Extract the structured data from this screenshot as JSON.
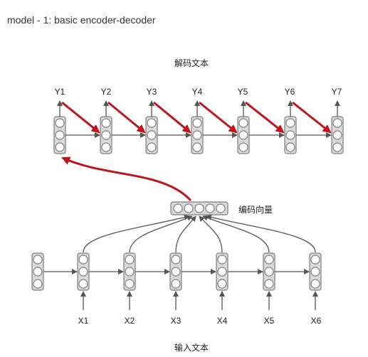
{
  "title": "model - 1: basic encoder-decoder",
  "decoder": {
    "heading": "解码文本",
    "outputs": [
      "Y1",
      "Y2",
      "Y3",
      "Y4",
      "Y5",
      "Y6",
      "Y7"
    ]
  },
  "encoder_vector": {
    "label": "编码向量"
  },
  "encoder": {
    "inputs": [
      "X1",
      "X2",
      "X3",
      "X4",
      "X5",
      "X6"
    ],
    "footer": "输入文本"
  },
  "colors": {
    "red_arrow": "#c0141c",
    "gray_arrow": "#555555",
    "cell_fill": "#d9d9d9",
    "cell_stroke": "#7f7f7f"
  }
}
